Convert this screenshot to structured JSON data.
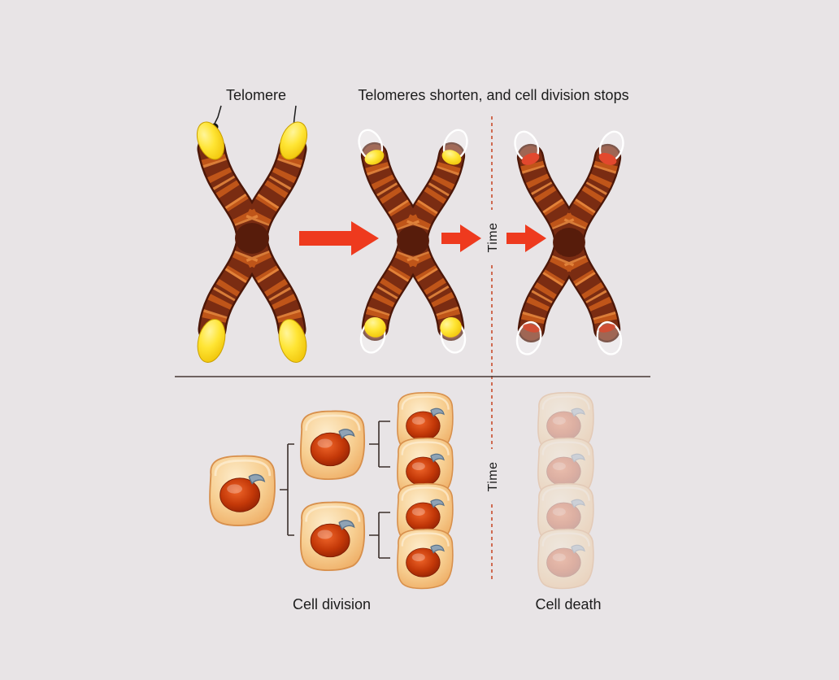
{
  "diagram_title": "Telomeres shorten, and cell division stops",
  "background_color": "#e8e4e6",
  "palette": {
    "chromosome_outline": "#4c1708",
    "chromosome_dark": "#7a2c12",
    "chromosome_band": "#bf5519",
    "chromosome_band_light": "#e98a3f",
    "centromere": "#571c0b",
    "telomere_yellow": "#ffe534",
    "telomere_red": "#e2482e",
    "arrow_red": "#ee3a1e",
    "time_line_red": "#c94b2c",
    "cell_body": "#f7cf92",
    "cell_outline": "#d8904c",
    "nucleus_orange": "#c33808",
    "organelle_blue": "#8fa3b5",
    "text_color": "#1c1c1c"
  },
  "top_section": {
    "telomere_label": "Telomere",
    "title": "Telomeres shorten, and cell division stops",
    "time_label": "Time"
  },
  "bottom_section": {
    "time_label": "Time",
    "cell_division_label": "Cell division",
    "cell_death_label": "Cell death"
  }
}
